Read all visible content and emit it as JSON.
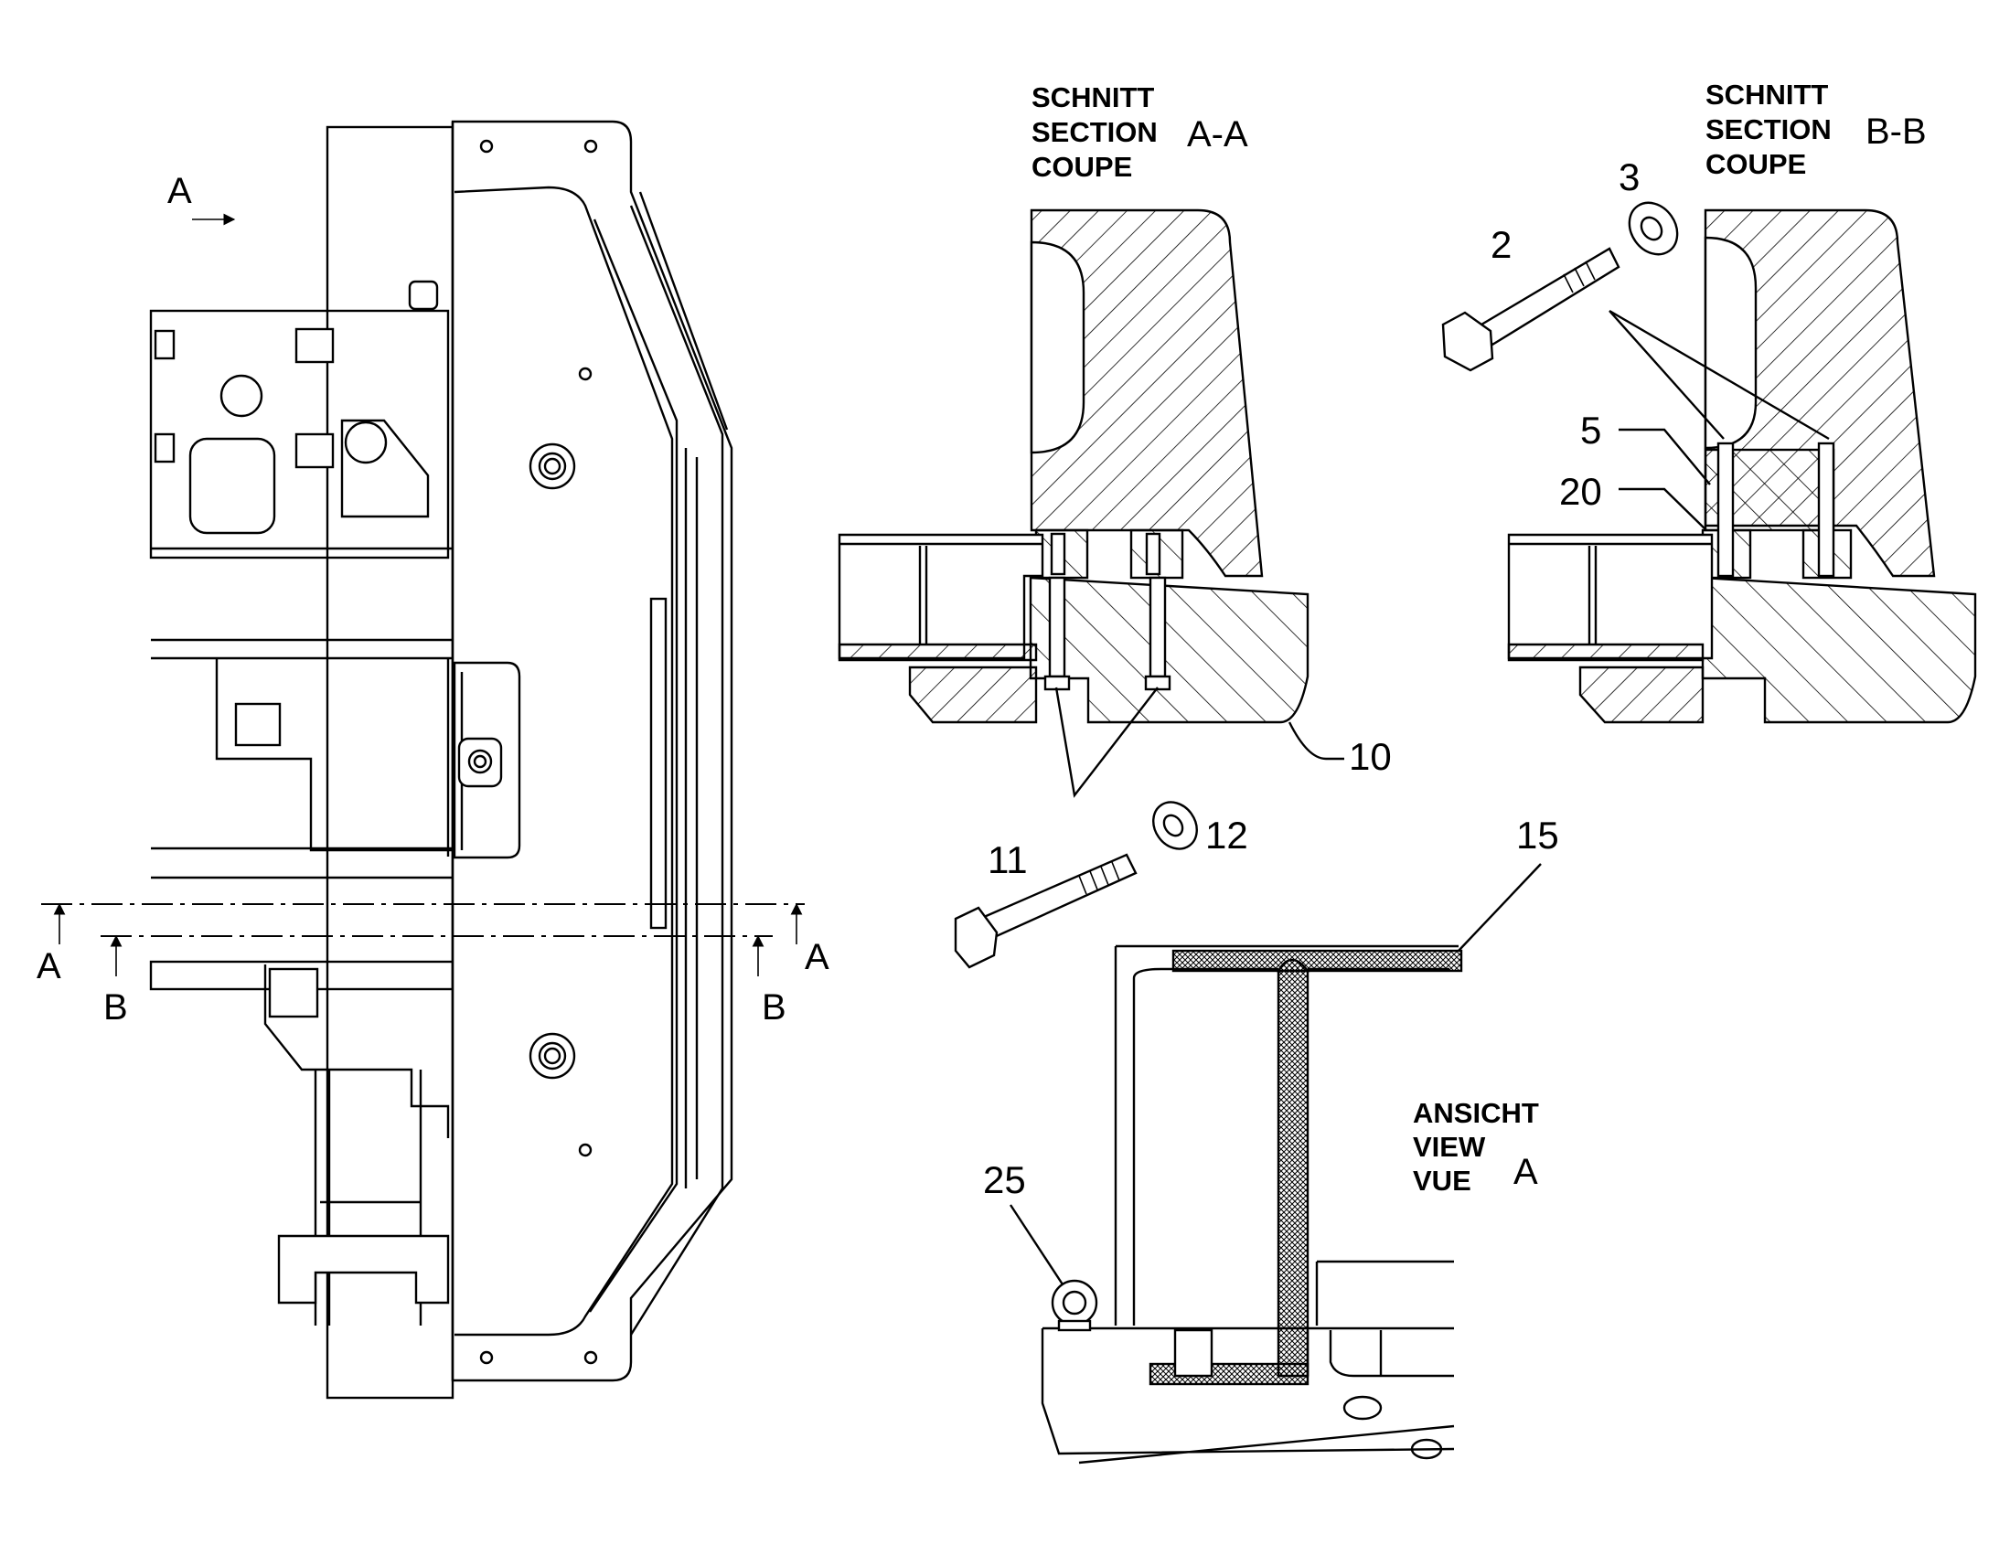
{
  "sections": {
    "aa": {
      "header": [
        "SCHNITT",
        "SECTION",
        "COUPE"
      ],
      "name": "A-A"
    },
    "bb": {
      "header": [
        "SCHNITT",
        "SECTION",
        "COUPE"
      ],
      "name": "B-B"
    }
  },
  "view": {
    "header": [
      "ANSICHT",
      "VIEW",
      "VUE"
    ],
    "name": "A"
  },
  "markers": {
    "view_arrow": "A",
    "cut_a_left": "A",
    "cut_a_right": "A",
    "cut_b_left": "B",
    "cut_b_right": "B"
  },
  "parts": {
    "p2": "2",
    "p3": "3",
    "p5": "5",
    "p10": "10",
    "p11": "11",
    "p12": "12",
    "p15": "15",
    "p20": "20",
    "p25": "25"
  }
}
